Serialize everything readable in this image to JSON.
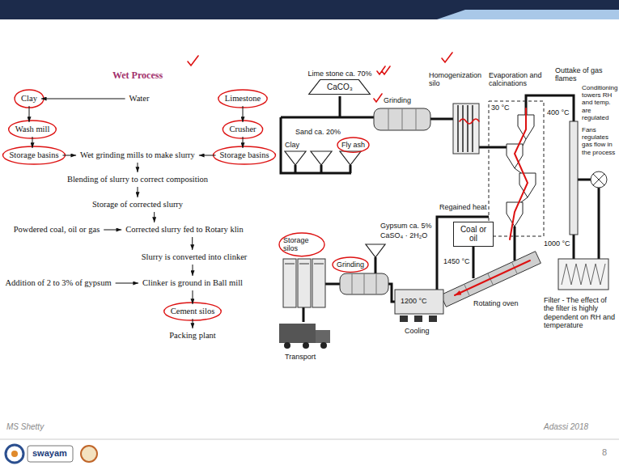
{
  "diagram": {
    "title": "Wet Process",
    "nodes": [
      {
        "text": [
          "Water"
        ]
      },
      {
        "text": [
          "Clay"
        ]
      },
      {
        "text": [
          "Limestone"
        ]
      },
      {
        "text": [
          "Wash mill"
        ]
      },
      {
        "text": [
          "Crusher"
        ]
      },
      {
        "text": [
          "Storage basins"
        ]
      },
      {
        "text": [
          "Storage basins"
        ]
      },
      {
        "text": [
          "Wet grinding mills to make slurry"
        ]
      },
      {
        "text": [
          "Blending of slurry to correct composition"
        ]
      },
      {
        "text": [
          "Storage of corrected slurry"
        ]
      },
      {
        "text": [
          "Powdered coal, oil or gas"
        ]
      },
      {
        "text": [
          "Corrected slurry fed to Rotary klin"
        ]
      },
      {
        "text": [
          "Slurry is converted into clinker"
        ]
      },
      {
        "text": [
          "Addition of 2 to 3% of gypsum"
        ]
      },
      {
        "text": [
          "Clinker is ground in Ball mill"
        ]
      },
      {
        "text": [
          "Cement silos"
        ]
      },
      {
        "text": [
          "Packing plant"
        ]
      },
      {
        "text": [
          "Lime stone ca. 70%",
          "CaCO₃"
        ]
      },
      {
        "text": [
          "Coal or oil"
        ]
      }
    ],
    "edges": [
      {
        "from": 0,
        "to": 1,
        "arrow": "to"
      },
      {
        "from": 1,
        "to": 3,
        "arrow": "to"
      },
      {
        "from": 2,
        "to": 4,
        "arrow": "to"
      },
      {
        "from": 3,
        "to": 5,
        "arrow": "to"
      },
      {
        "from": 4,
        "to": 6,
        "arrow": "to"
      },
      {
        "from": 5,
        "to": 7,
        "arrow": "to"
      },
      {
        "from": 6,
        "to": 7,
        "arrow": "to"
      },
      {
        "from": 7,
        "to": 8,
        "arrow": "to"
      },
      {
        "from": 8,
        "to": 9,
        "arrow": "to"
      },
      {
        "from": 9,
        "to": 11,
        "arrow": "to"
      },
      {
        "from": 10,
        "to": 11,
        "arrow": "to"
      },
      {
        "from": 11,
        "to": 12,
        "arrow": "to"
      },
      {
        "from": 12,
        "to": 14,
        "arrow": "to"
      },
      {
        "from": 13,
        "to": 14,
        "arrow": "to"
      },
      {
        "from": 14,
        "to": 15,
        "arrow": "to"
      },
      {
        "from": 15,
        "to": 16,
        "arrow": "to"
      }
    ],
    "labels": [
      "Sand ca. 20%",
      "Clay",
      "Fly ash",
      "Grinding",
      "Homogenization silo",
      "Evaporation and calcinations",
      "Outtake of gas flames",
      "30 °C",
      "400 °C",
      "Conditioning towers RH and temp. are regulated",
      "Fans regulates gas flow in the process",
      "Regained heat",
      "Gypsum ca. 5%",
      "CaSO₄ · 2H₂O",
      "1450 °C",
      "1000 °C",
      "1200 °C",
      "Rotating oven",
      "Storage silos",
      "Grinding",
      "Cooling",
      "Transport",
      "Filter - The effect of the filter is highly dependent on RH and temperature",
      "MS Shetty",
      "Adassi 2018",
      "8",
      "swayam"
    ]
  }
}
